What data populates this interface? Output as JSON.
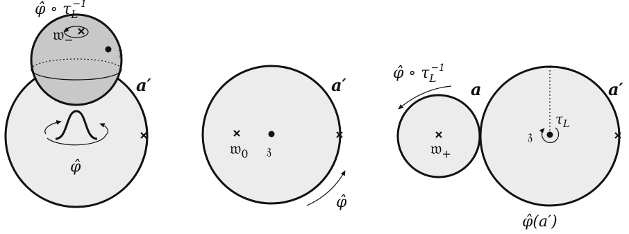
{
  "panel_left": {
    "label_top": "φ̂ ∘ τ",
    "label_top_sub": "L",
    "label_top_sup": "−1",
    "label_w": "𝔴",
    "label_w_sub": "−",
    "label_z": "𝔷",
    "label_a": "a′",
    "label_phi": "φ̂"
  },
  "panel_middle": {
    "label_w0": "𝔴",
    "label_w0_sub": "0",
    "label_z": "𝔷",
    "label_a": "a′",
    "label_phi": "φ̂"
  },
  "panel_right": {
    "label_top": "φ̂ ∘ τ",
    "label_top_sub": "L",
    "label_top_sup": "−1",
    "label_a": "a",
    "label_a_prime": "a′",
    "label_wplus": "𝔴",
    "label_wplus_sub": "+",
    "label_tau": "τ",
    "label_tau_sub": "L",
    "label_z": "𝔷",
    "label_bottom": "φ̂(a′)"
  },
  "colors": {
    "fill_light": "#ececec",
    "fill_dark": "#c8c8c8",
    "stroke": "#111111"
  }
}
